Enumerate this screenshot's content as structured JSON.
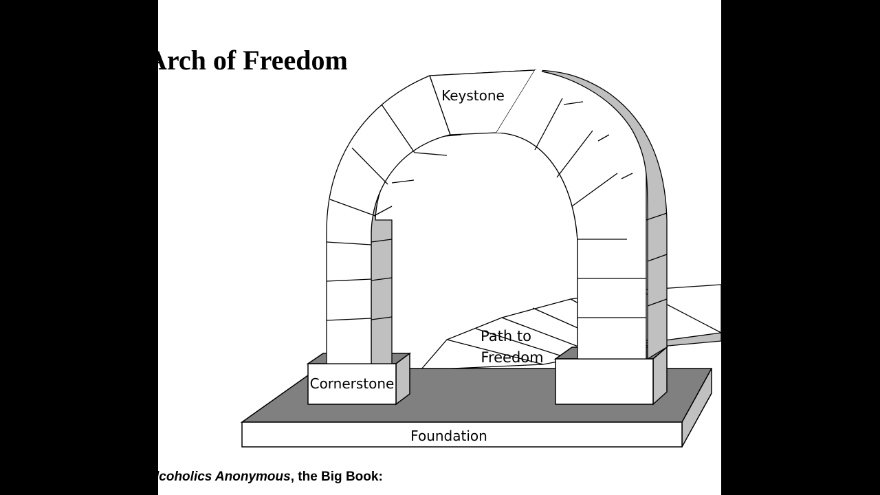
{
  "slide": {
    "title": "Arch of Freedom",
    "caption_italic": "lcoholics Anonymous",
    "caption_rest": ", the Big Book:"
  },
  "diagram": {
    "labels": {
      "keystone": "Keystone",
      "cornerstone": "Cornerstone",
      "foundation": "Foundation",
      "path_line1": "Path to",
      "path_line2": "Freedom"
    }
  },
  "colors": {
    "background": "#000000",
    "slide": "#ffffff",
    "stone_face": "#ffffff",
    "stone_side": "#c0c0c0",
    "foundation_top": "#808080",
    "outline": "#000000"
  }
}
